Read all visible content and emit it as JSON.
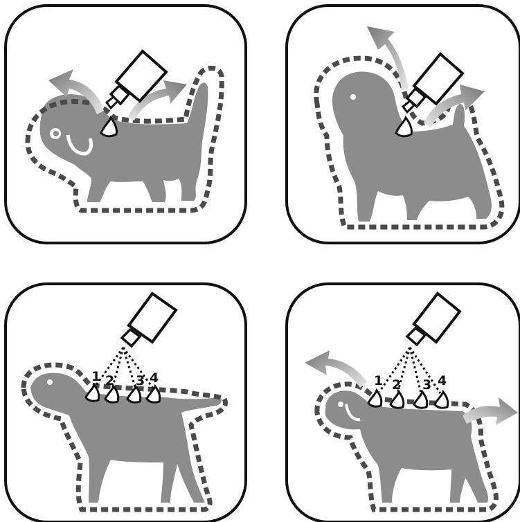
{
  "panels": [
    {
      "id": "small-dog-single-spot",
      "spot_labels": []
    },
    {
      "id": "terrier-single-spot",
      "spot_labels": []
    },
    {
      "id": "large-dog-four-spots",
      "spot_labels": [
        "1",
        "2",
        "3",
        "4"
      ]
    },
    {
      "id": "medium-dog-four-spots",
      "spot_labels": [
        "1",
        "2",
        "3",
        "4"
      ]
    }
  ],
  "colors": {
    "panel_border": "#111111",
    "dog_fill": "#8c8c8c",
    "outline_dash": "#4a4a4a",
    "arrow_fill": "#9a9a9a"
  }
}
